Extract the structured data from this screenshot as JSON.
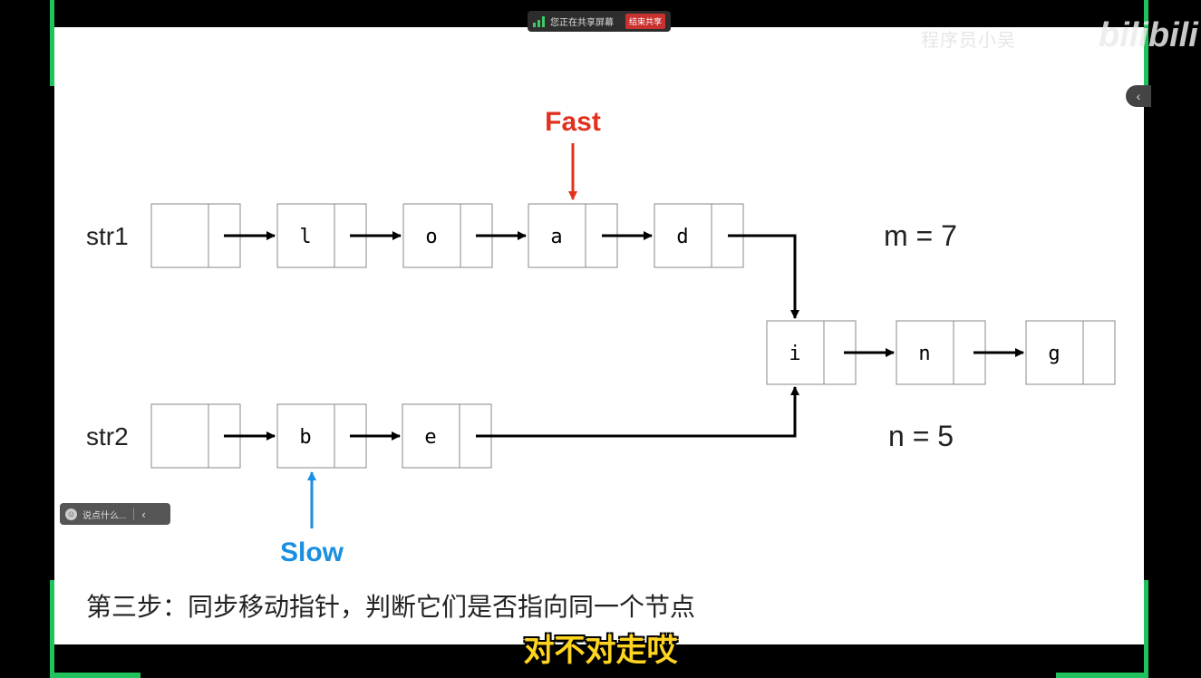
{
  "screen_share": {
    "status_text": "您正在共享屏幕",
    "end_button": "结束共享"
  },
  "watermark": {
    "text": "程序员小吴",
    "brand": "bilibili"
  },
  "side_tab": {
    "icon": "chevron-left-icon"
  },
  "chat_input": {
    "placeholder": "说点什么...",
    "icon": "emoji-icon"
  },
  "slide": {
    "str1_label": "str1",
    "str2_label": "str2",
    "m_label": "m = 7",
    "n_label": "n = 5",
    "fast_label": "Fast",
    "slow_label": "Slow",
    "fast_color": "#e0321f",
    "slow_color": "#1a8ee0",
    "nodes": {
      "s1_0": "",
      "s1_1": "l",
      "s1_2": "o",
      "s1_3": "a",
      "s1_4": "d",
      "s2_0": "",
      "s2_1": "b",
      "s2_2": "e",
      "c_0": "i",
      "c_1": "n",
      "c_2": "g"
    },
    "step_text": "第三步：同步移动指针，判断它们是否指向同一个节点"
  },
  "subtitle": "对不对走哎"
}
